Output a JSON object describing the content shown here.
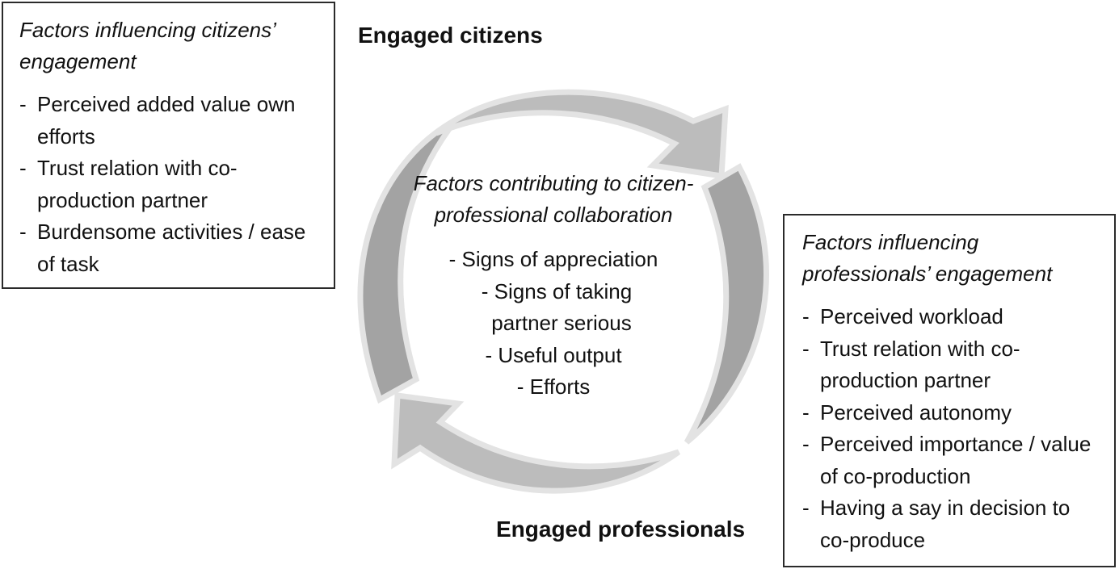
{
  "diagram": {
    "type": "cycle",
    "colors": {
      "arrow_light": "#bcbcbc",
      "arrow_dark": "#a3a3a3",
      "arrow_outline": "#e3e3e3",
      "box_border": "#2a2a2a",
      "text": "#111111"
    },
    "nodes": {
      "citizens_label": "Engaged citizens",
      "professionals_label": "Engaged professionals"
    },
    "left_box": {
      "title": "Factors influencing citizens’ engagement",
      "items": [
        "Perceived added value own efforts",
        "Trust relation with co-production partner",
        "Burdensome activities / ease of task"
      ]
    },
    "center": {
      "title": "Factors contributing to citizen-professional collaboration",
      "items": [
        "- Signs of appreciation",
        "- Signs of taking",
        "partner serious",
        "- Useful output",
        "- Efforts"
      ]
    },
    "right_box": {
      "title": "Factors influencing professionals’ engagement",
      "items": [
        "Perceived workload",
        "Trust relation with co-production partner",
        "Perceived autonomy",
        "Perceived importance / value of co-production",
        "Having a say in decision to co-produce"
      ]
    }
  }
}
